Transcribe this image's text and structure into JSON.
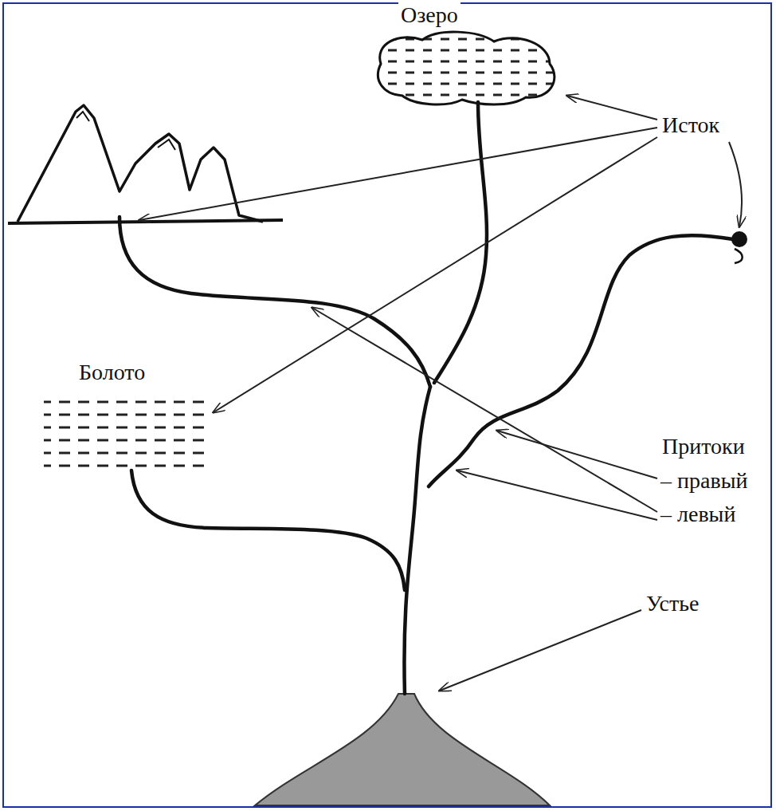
{
  "diagram": {
    "nodes": [
      {
        "text": [
          "Озеро"
        ]
      },
      {
        "text": [
          "Болото"
        ]
      }
    ],
    "labels": [
      "Исток",
      "Притоки",
      "– правый",
      "– левый",
      "Устье"
    ]
  }
}
